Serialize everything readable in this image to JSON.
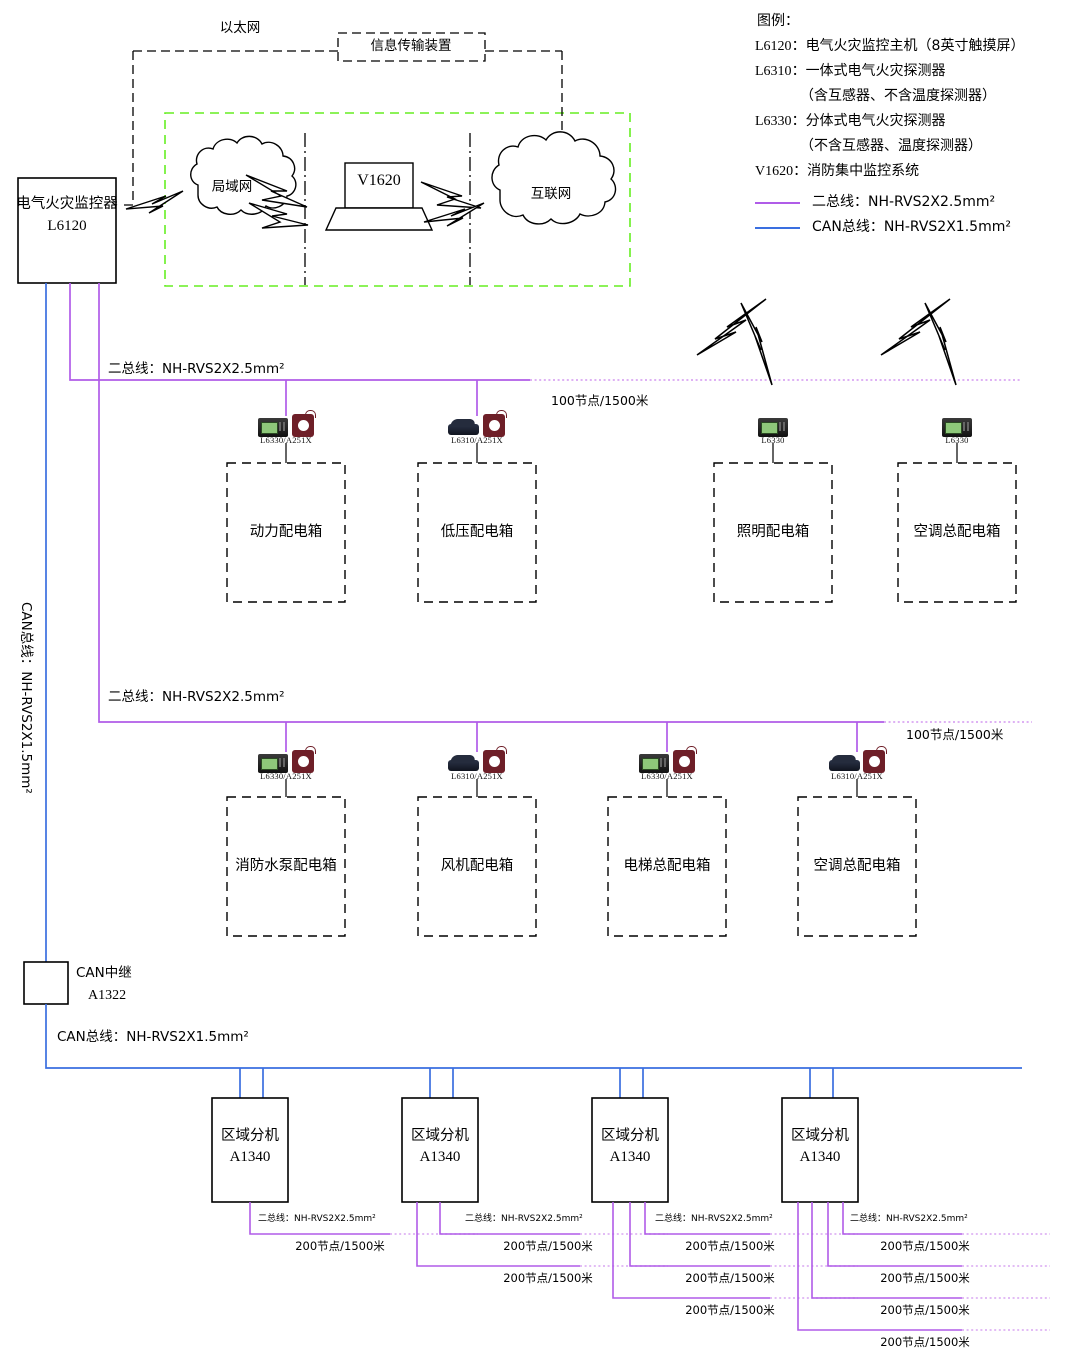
{
  "legend": {
    "title": "图例：",
    "entries": [
      {
        "code": "L6120",
        "sep": "：",
        "text": "电气火灾监控主机（8英寸触摸屏）"
      },
      {
        "code": "L6310",
        "sep": "：",
        "text": "一体式电气火灾探测器"
      },
      {
        "code": "",
        "sep": "",
        "text": "（含互感器、不含温度探测器）"
      },
      {
        "code": "L6330",
        "sep": "：",
        "text": "分体式电气火灾探测器"
      },
      {
        "code": "",
        "sep": "",
        "text": "（不含互感器、温度探测器）"
      },
      {
        "code": "V1620",
        "sep": "：",
        "text": "消防集中监控系统"
      }
    ],
    "lines": [
      {
        "label": "二总线：NH-RVS2X2.5mm²",
        "color": "#b05ce8"
      },
      {
        "label": "CAN总线：NH-RVS2X1.5mm²",
        "color": "#3a6fe0"
      }
    ]
  },
  "network": {
    "ethernet_label": "以太网",
    "transmitter": "信息传输装置",
    "lan": "局域网",
    "workstation": "V1620",
    "internet": "互联网"
  },
  "controller": {
    "line1": "电气火灾监控器",
    "line2": "L6120"
  },
  "vertical_can_label": "CAN总线：NH-RVS2X1.5mm²",
  "bus_rows": [
    {
      "bus_label": "二总线：NH-RVS2X2.5mm²",
      "node_label": "100节点/1500米",
      "devices": [
        {
          "tag": "L6330/A251X",
          "box": "动力配电箱",
          "type": "L6330",
          "ct": true,
          "wireless": false
        },
        {
          "tag": "L6310/A251X",
          "box": "低压配电箱",
          "type": "L6310",
          "ct": true,
          "wireless": false
        },
        {
          "tag": "L6330",
          "box": "照明配电箱",
          "type": "L6330",
          "ct": false,
          "wireless": true
        },
        {
          "tag": "L6330",
          "box": "空调总配电箱",
          "type": "L6330",
          "ct": false,
          "wireless": true
        }
      ]
    },
    {
      "bus_label": "二总线：NH-RVS2X2.5mm²",
      "node_label": "100节点/1500米",
      "devices": [
        {
          "tag": "L6330/A251X",
          "box": "消防水泵配电箱",
          "type": "L6330",
          "ct": true,
          "wireless": false
        },
        {
          "tag": "L6310/A251X",
          "box": "风机配电箱",
          "type": "L6310",
          "ct": true,
          "wireless": false
        },
        {
          "tag": "L6330/A251X",
          "box": "电梯总配电箱",
          "type": "L6330",
          "ct": true,
          "wireless": false
        },
        {
          "tag": "L6310/A251X",
          "box": "空调总配电箱",
          "type": "L6310",
          "ct": true,
          "wireless": false
        }
      ]
    }
  ],
  "relay": {
    "line1": "CAN中继",
    "line2": "A1322"
  },
  "can_bus_label": "CAN总线：NH-RVS2X1.5mm²",
  "area_units": [
    {
      "line1": "区域分机",
      "line2": "A1340",
      "branches": 1
    },
    {
      "line1": "区域分机",
      "line2": "A1340",
      "branches": 2
    },
    {
      "line1": "区域分机",
      "line2": "A1340",
      "branches": 3
    },
    {
      "line1": "区域分机",
      "line2": "A1340",
      "branches": 4
    }
  ],
  "branch_bus_label": "二总线：NH-RVS2X2.5mm²",
  "branch_node_label": "200节点/1500米",
  "colors": {
    "two_bus": "#b05ce8",
    "two_bus_dotted": "#d9a6f2",
    "can_bus": "#3a6fe0",
    "green_border": "#66ee22",
    "stroke": "#000000"
  }
}
